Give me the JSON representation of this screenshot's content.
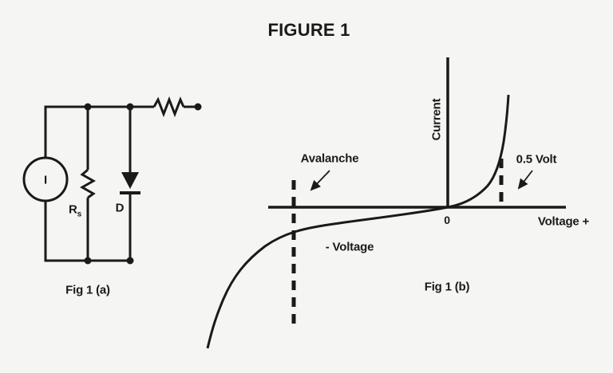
{
  "figure": {
    "title": "FIGURE 1"
  },
  "circuit": {
    "caption": "Fig 1 (a)",
    "current_source_label": "I",
    "resistor_label": "R",
    "resistor_label_sub": "s",
    "diode_label": "D"
  },
  "graph": {
    "caption": "Fig 1 (b)",
    "y_axis_label": "Current",
    "x_axis_label": "Voltage +",
    "origin_label": "0",
    "negative_region_label": "- Voltage",
    "avalanche_label": "Avalanche",
    "threshold_label": "0.5 Volt"
  },
  "colors": {
    "background": "#f5f5f4",
    "ink": "#1a1a1a"
  },
  "chart_data": {
    "type": "line",
    "title": "Diode I-V characteristic",
    "xlabel": "Voltage +",
    "ylabel": "Current",
    "x_annotated_values": [
      0,
      0.5
    ],
    "annotations": [
      "Avalanche",
      "0.5 Volt",
      "- Voltage",
      "0"
    ],
    "legend": "none",
    "grid": false
  }
}
